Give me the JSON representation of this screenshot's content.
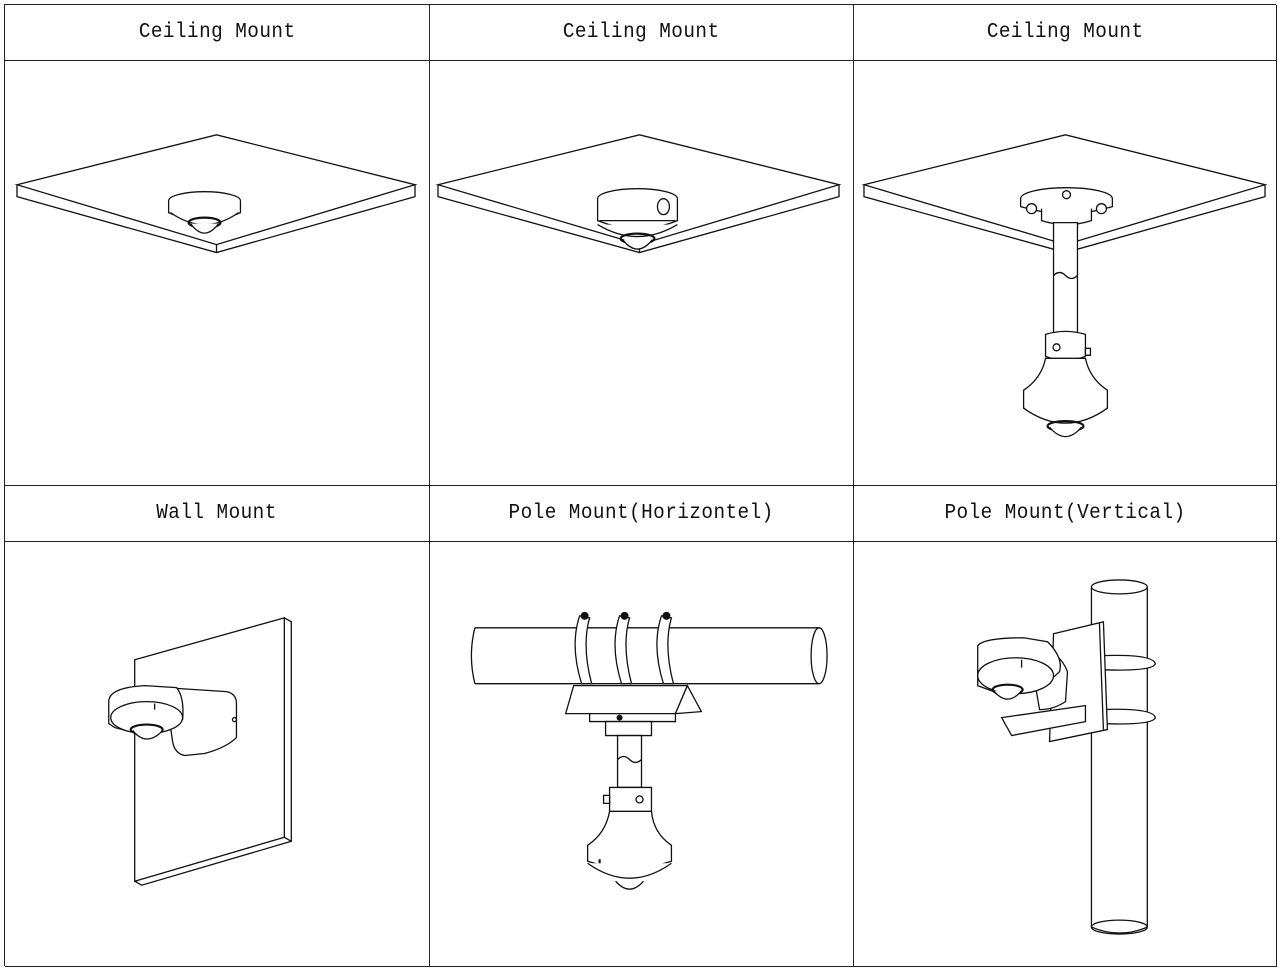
{
  "table": {
    "title": "Camera Mounting Methods",
    "rows": [
      {
        "cells": [
          {
            "label": "Ceiling Mount",
            "illustration": "ceiling-mount-flush-drawing"
          },
          {
            "label": "Ceiling Mount",
            "illustration": "ceiling-mount-junction-box-drawing"
          },
          {
            "label": "Ceiling Mount",
            "illustration": "ceiling-mount-pendant-drawing"
          }
        ]
      },
      {
        "cells": [
          {
            "label": "Wall Mount",
            "illustration": "wall-mount-drawing"
          },
          {
            "label": "Pole Mount(Horizontel)",
            "illustration": "pole-mount-horizontal-drawing"
          },
          {
            "label": "Pole Mount(Vertical)",
            "illustration": "pole-mount-vertical-drawing"
          }
        ]
      }
    ]
  }
}
